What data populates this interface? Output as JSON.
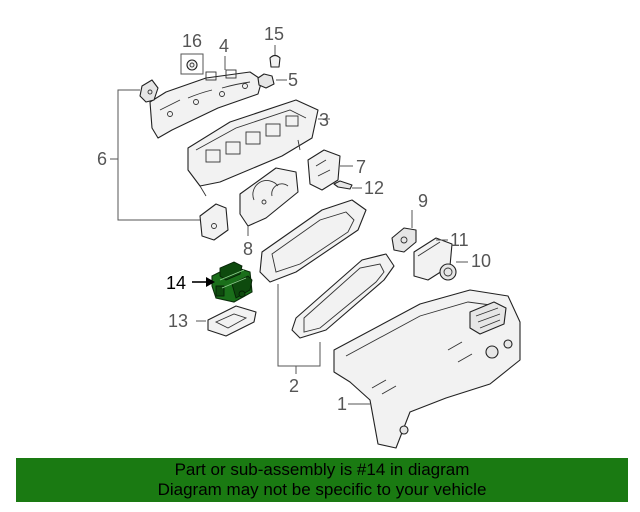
{
  "callouts": {
    "c1": "1",
    "c2": "2",
    "c3": "3",
    "c4": "4",
    "c5": "5",
    "c6": "6",
    "c7": "7",
    "c8": "8",
    "c9": "9",
    "c10": "10",
    "c11": "11",
    "c12": "12",
    "c13": "13",
    "c14": "14",
    "c15": "15",
    "c16": "16"
  },
  "highlight": {
    "part_number": "14",
    "color": "#1a6f1a"
  },
  "banner": {
    "line1": "Part or sub-assembly is #14 in diagram",
    "line2": "Diagram may not be specific to your vehicle",
    "background": "#1a7a12"
  }
}
